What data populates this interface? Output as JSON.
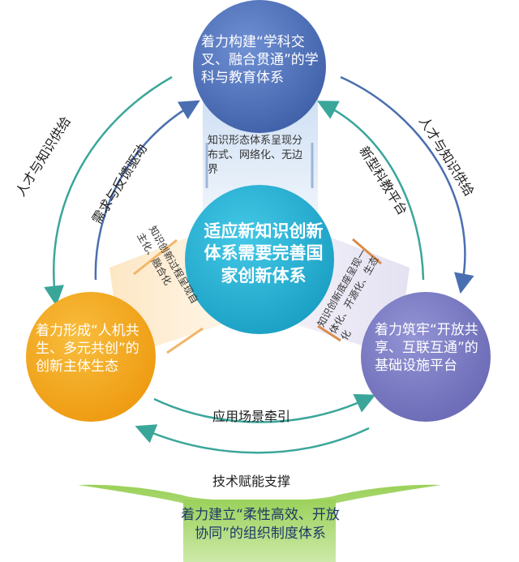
{
  "nodes": {
    "top": "着力构建“学科交叉、融合贯通”的学科与教育体系",
    "center": "适应新知识创新体系需要完善国家创新体系",
    "left": "着力形成“人机共生、多元共创”的创新主体生态",
    "right": "着力筑牢“开放共享、互联互通”的基础设施平台",
    "base": "着力建立“柔性高效、开放协同”的组织制度体系"
  },
  "bands": {
    "top": "知识形态体系呈现分布式、网络化、无边界",
    "left": "知识创新过程呈现自主化、融合化",
    "right": "知识创新底座呈现一体化、开源化、生态化"
  },
  "arcs": {
    "left_outer": "人才与知识供给",
    "left_inner": "需求与反馈驱动",
    "right_outer": "人才与知识供给",
    "right_inner": "新型科教平台",
    "bottom_inner": "应用场景牵引",
    "bottom_outer": "技术赋能支撑"
  },
  "colors": {
    "top_circle": "#4f74bd",
    "center_circle": "#2bb5d6",
    "left_circle": "#f3a81c",
    "right_circle": "#7d7dc6",
    "base_shape": "#8bc34a",
    "arrow_teal": "#3aa69a",
    "arrow_blue": "#4a6fb0"
  }
}
